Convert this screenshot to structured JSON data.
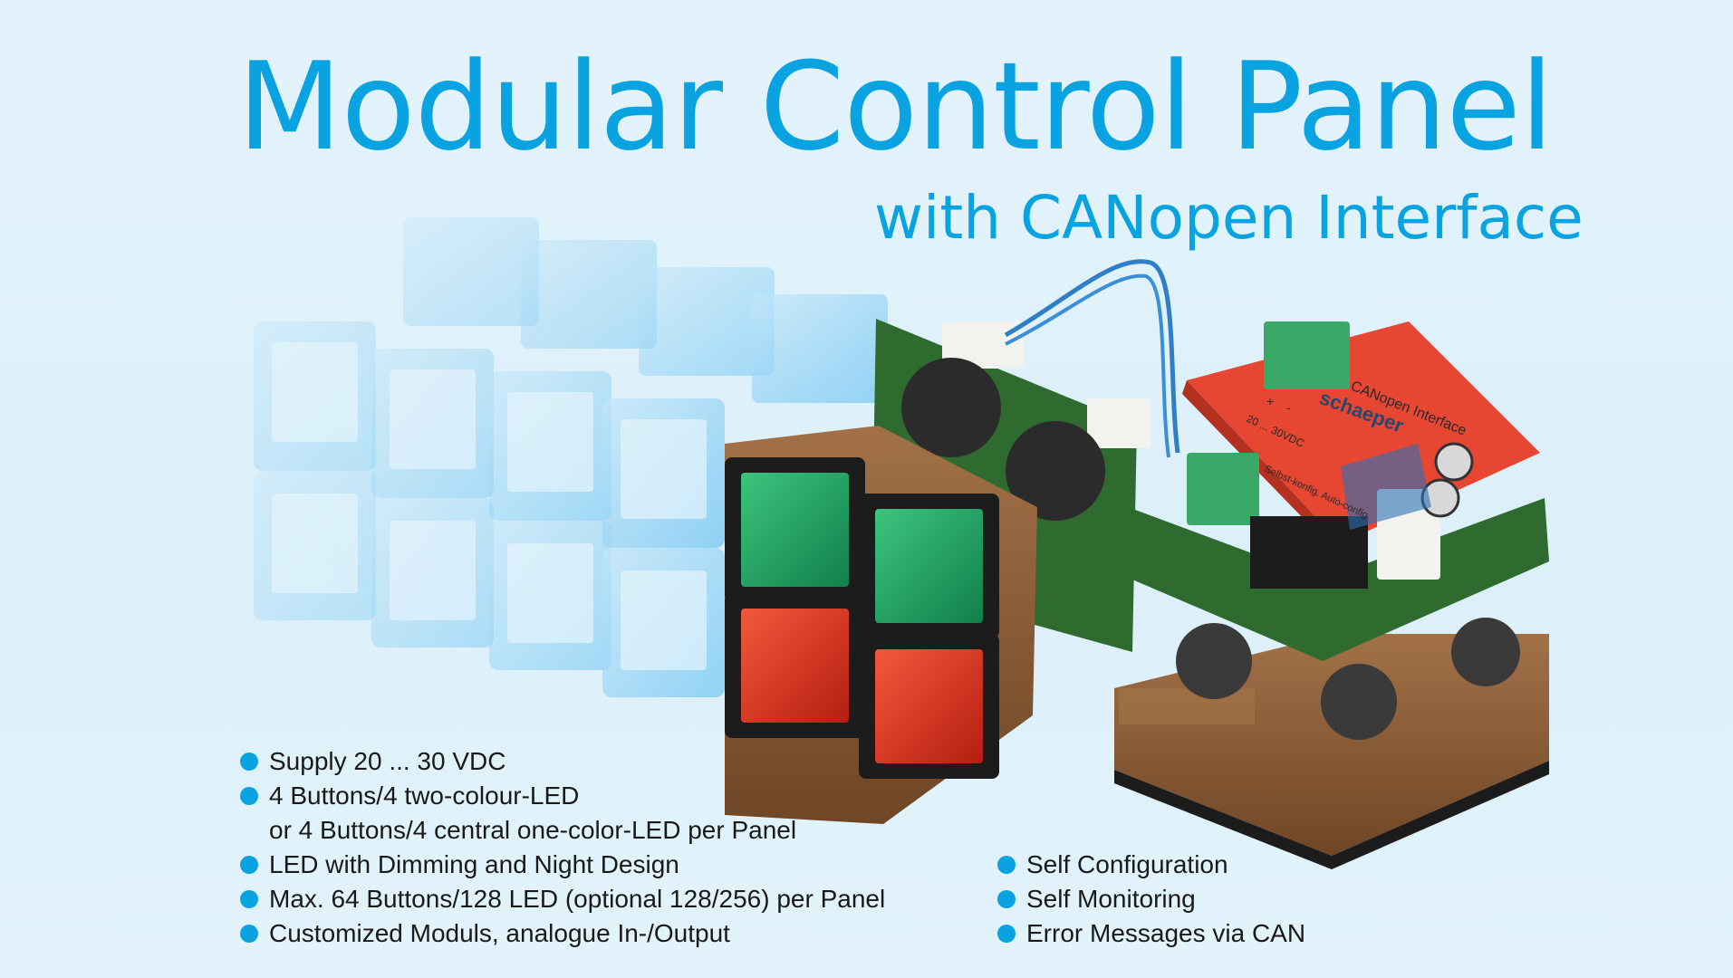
{
  "title": "Modular Control Panel",
  "subtitle": "with CANopen Interface",
  "board_labels": {
    "interface": "CANopen Interface",
    "brand": "schaeper",
    "voltage": "20 ... 30VDC",
    "config": "Selbst-konfig. Auto-config",
    "terminal_plus": "+",
    "terminal_minus": "-"
  },
  "colors": {
    "accent": "#0aa3e2",
    "button_green": "#1fa564",
    "button_red": "#e0311f",
    "bezel_brown": "#8a5a35",
    "pcb_green": "#2f6b2f",
    "pcb_red": "#e64632"
  },
  "features_left": [
    {
      "text": "Supply 20 ... 30 VDC",
      "bullet": true
    },
    {
      "text": "4 Buttons/4 two-colour-LED",
      "bullet": true
    },
    {
      "text": "or 4 Buttons/4 central one-color-LED per Panel",
      "bullet": false
    },
    {
      "text": "LED with Dimming and Night Design",
      "bullet": true
    },
    {
      "text": "Max. 64 Buttons/128 LED (optional 128/256) per Panel",
      "bullet": true
    },
    {
      "text": "Customized Moduls, analogue In-/Output",
      "bullet": true
    }
  ],
  "features_right": [
    {
      "text": "Self Configuration",
      "bullet": true
    },
    {
      "text": "Self Monitoring",
      "bullet": true
    },
    {
      "text": "Error Messages via CAN",
      "bullet": true
    }
  ]
}
